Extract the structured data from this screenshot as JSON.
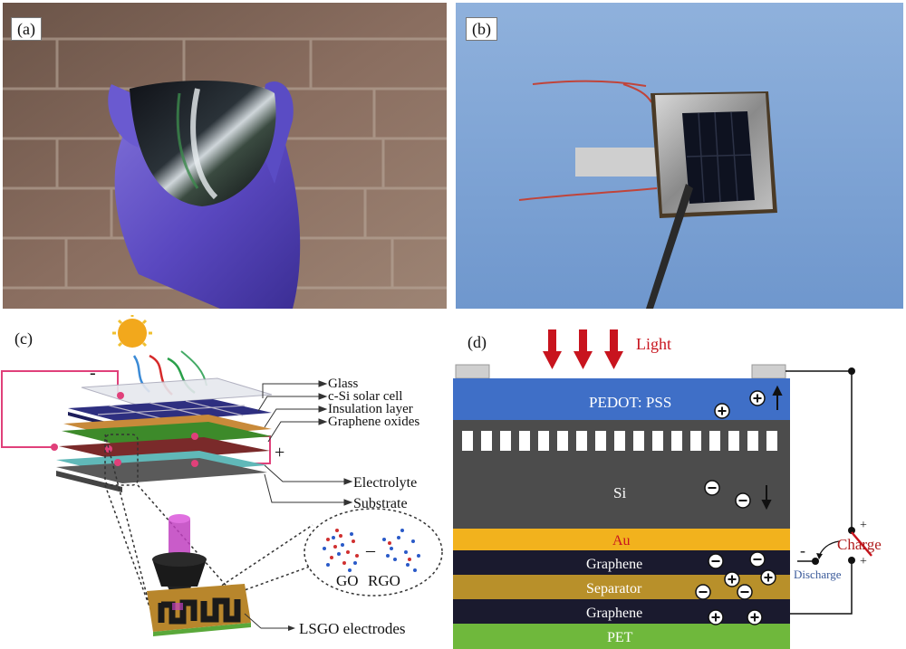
{
  "panels": {
    "a": {
      "tag": "(a)"
    },
    "b": {
      "tag": "(b)"
    },
    "c": {
      "tag": "(c)",
      "polarity_minus": "-",
      "polarity_plus": "+",
      "layer_labels": [
        "Glass",
        "c-Si solar cell",
        "Insulation layer",
        "Graphene oxides",
        "Electrolyte",
        "Substrate"
      ],
      "bubble_go": "GO",
      "bubble_rgo": "RGO",
      "bubble_arrow": "–",
      "electrode_label": "LSGO electrodes"
    },
    "d": {
      "tag": "(d)",
      "light_label": "Light",
      "pedot_label": "PEDOT: PSS",
      "si_label": "Si",
      "au_label": "Au",
      "graphene_top": "Graphene",
      "separator": "Separator",
      "graphene_bottom": "Graphene",
      "pet": "PET",
      "charge": "Charge",
      "discharge": "Discharge",
      "minus": "-",
      "plus": "+",
      "colors": {
        "pedot": "#3f6fc7",
        "si": "#4c4c4c",
        "au": "#f2b21d",
        "graphene": "#1a1a2e",
        "separator": "#b8902a",
        "pet": "#6fb83c",
        "light": "#c8141e",
        "charge": "#b01c1c"
      }
    }
  }
}
